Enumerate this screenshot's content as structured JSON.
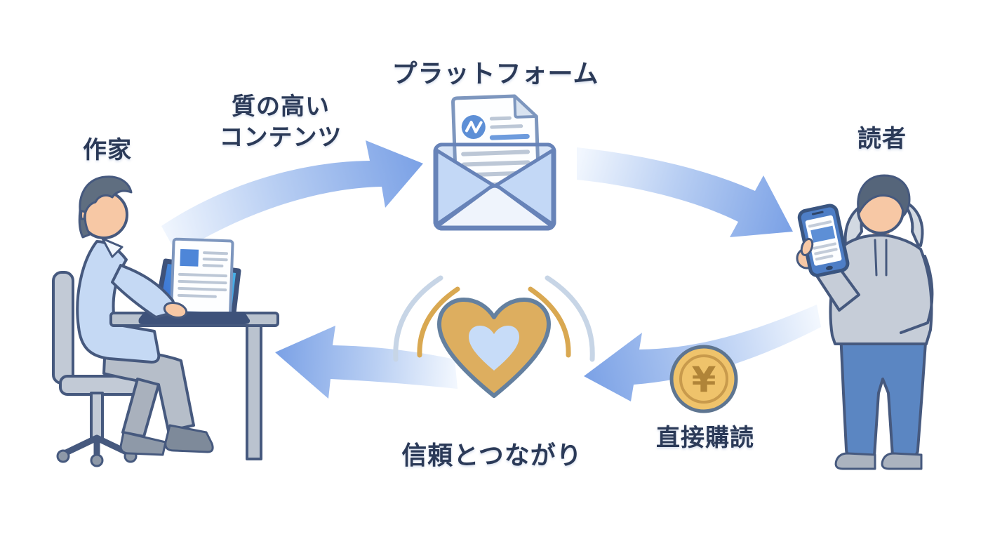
{
  "diagram": {
    "labels": {
      "writer": "作家",
      "quality_content_line1": "質の高い",
      "quality_content_line2": "コンテンツ",
      "platform": "プラットフォーム",
      "reader": "読者",
      "trust_connection": "信頼とつながり",
      "direct_subscription": "直接購読"
    },
    "icons": {
      "coin_symbol": "¥",
      "envelope": "newsletter-envelope-icon",
      "heart": "heart-with-pulse-icon",
      "coin": "yen-coin-icon",
      "writer_figure": "writer-at-desk-illustration",
      "reader_figure": "reader-with-phone-illustration"
    },
    "colors": {
      "label_text": "#2b3a58",
      "arrow_blue": "#7ca2e6",
      "arrow_fade": "#f2f7fe",
      "heart_gold": "#ddae5f",
      "heart_inner_blue": "#c7dcf8",
      "coin_gold": "#efc36b",
      "envelope_blue": "#c3d8f6",
      "outline_navy": "#46597e"
    },
    "flow": {
      "edges": [
        {
          "from": "作家",
          "to": "プラットフォーム",
          "label": "質の高いコンテンツ"
        },
        {
          "from": "プラットフォーム",
          "to": "読者",
          "label": ""
        },
        {
          "from": "読者",
          "to": "信頼とつながり",
          "label": "直接購読"
        },
        {
          "from": "信頼とつながり",
          "to": "作家",
          "label": ""
        }
      ]
    }
  }
}
